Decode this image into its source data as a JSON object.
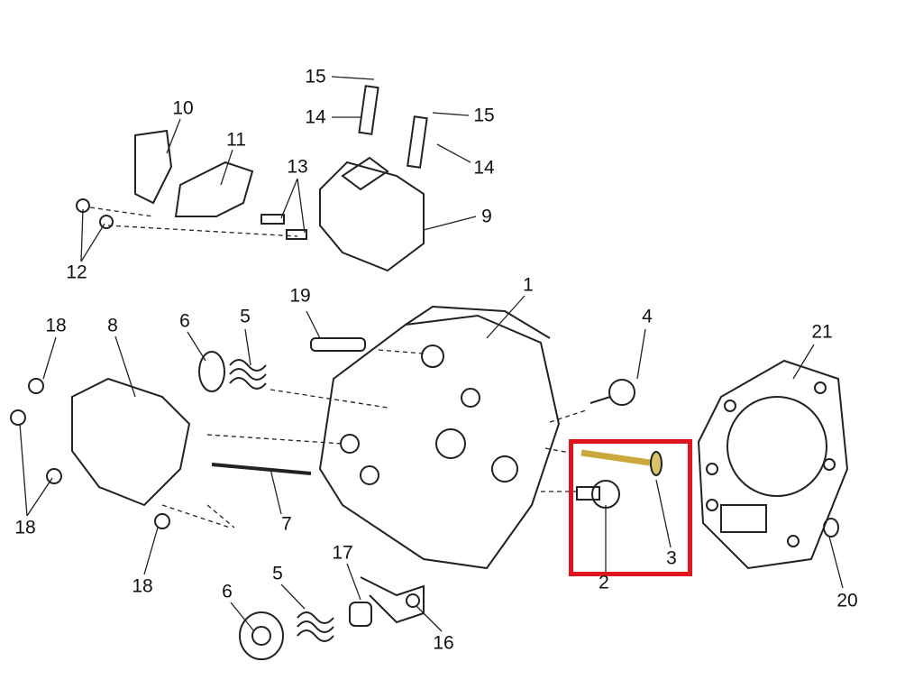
{
  "diagram": {
    "type": "exploded-parts-diagram",
    "highlight_color": "#e0141e",
    "valve_color": "#d9c46a",
    "labels": [
      {
        "id": "15a",
        "text": "15"
      },
      {
        "id": "14a",
        "text": "14"
      },
      {
        "id": "15b",
        "text": "15"
      },
      {
        "id": "14b",
        "text": "14"
      },
      {
        "id": "10",
        "text": "10"
      },
      {
        "id": "11",
        "text": "11"
      },
      {
        "id": "13",
        "text": "13"
      },
      {
        "id": "9",
        "text": "9"
      },
      {
        "id": "12",
        "text": "12"
      },
      {
        "id": "19",
        "text": "19"
      },
      {
        "id": "1",
        "text": "1"
      },
      {
        "id": "18a",
        "text": "18"
      },
      {
        "id": "8",
        "text": "8"
      },
      {
        "id": "6a",
        "text": "6"
      },
      {
        "id": "5a",
        "text": "5"
      },
      {
        "id": "4",
        "text": "4"
      },
      {
        "id": "21",
        "text": "21"
      },
      {
        "id": "18b",
        "text": "18"
      },
      {
        "id": "7",
        "text": "7"
      },
      {
        "id": "18c",
        "text": "18"
      },
      {
        "id": "6b",
        "text": "6"
      },
      {
        "id": "5b",
        "text": "5"
      },
      {
        "id": "17",
        "text": "17"
      },
      {
        "id": "16",
        "text": "16"
      },
      {
        "id": "2",
        "text": "2"
      },
      {
        "id": "3",
        "text": "3"
      },
      {
        "id": "20",
        "text": "20"
      }
    ]
  }
}
